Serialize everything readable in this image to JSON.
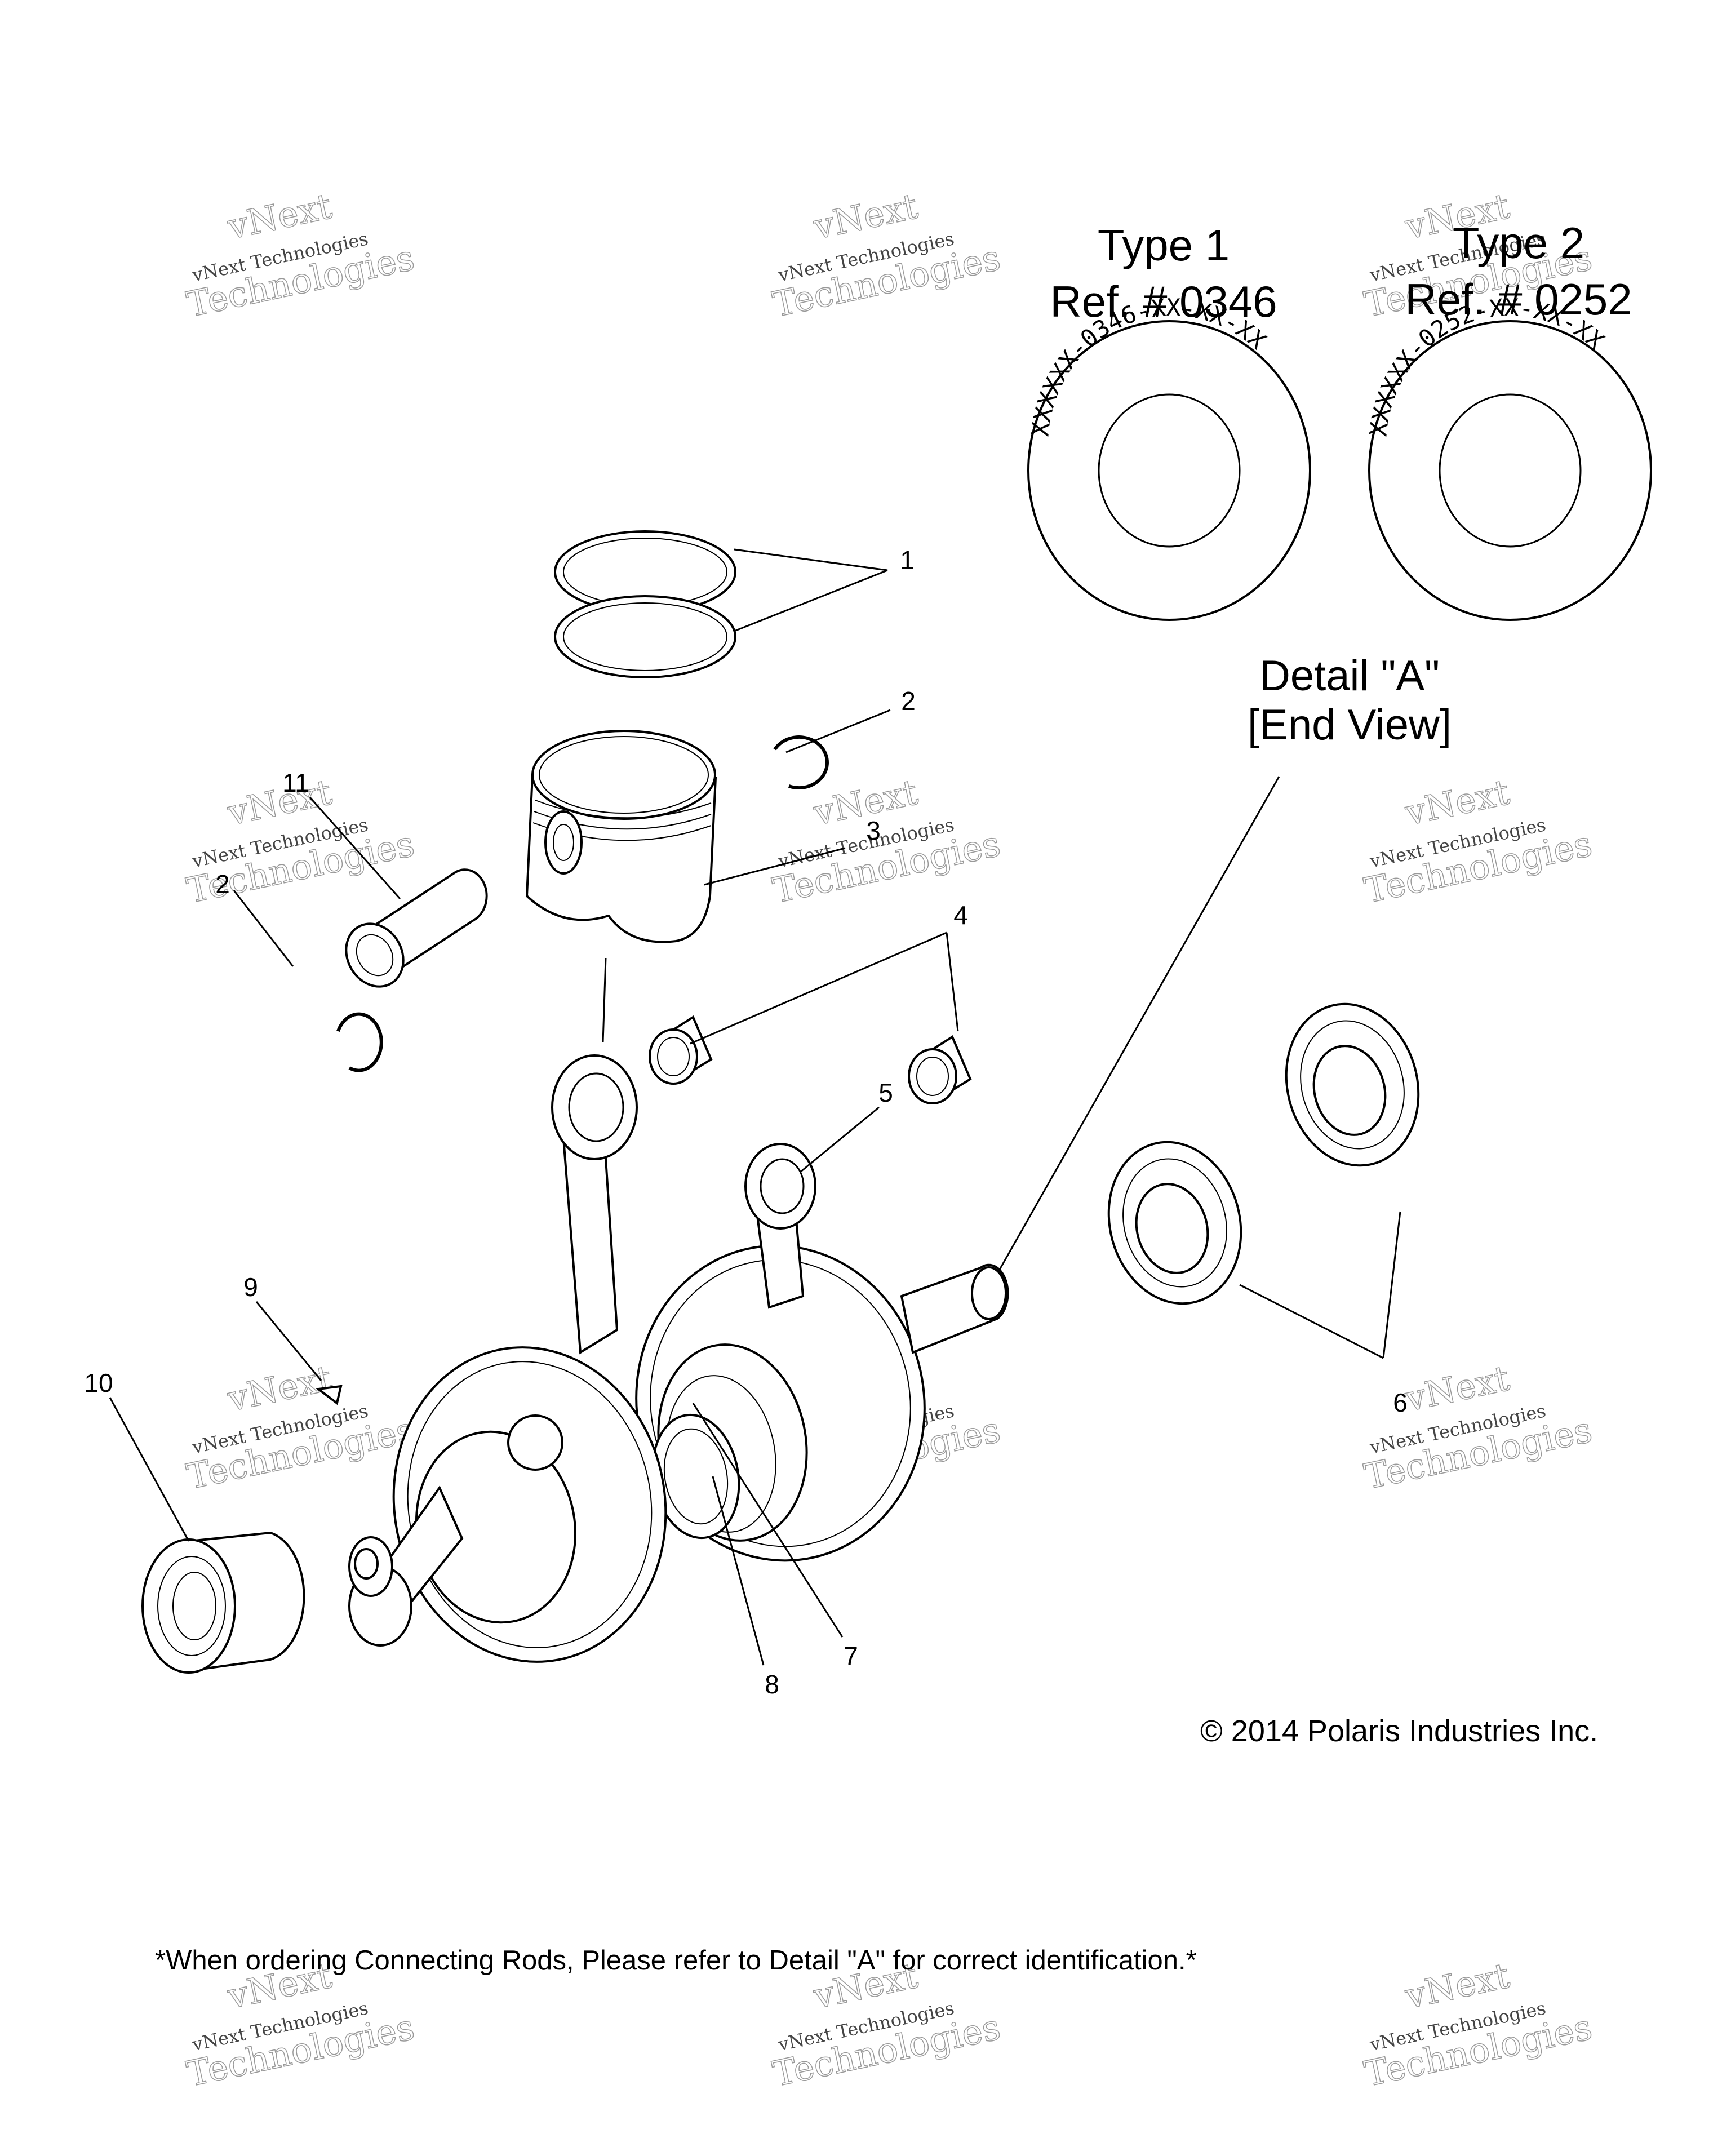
{
  "detail": {
    "type1": {
      "title": "Type 1",
      "ref": "Ref. # 0346",
      "stamp": "XXXXXX-0346-XX-XX-XX"
    },
    "type2": {
      "title": "Type 2",
      "ref": "Ref. # 0252",
      "stamp": "XXXXXX-0252-XX-XX-XX"
    },
    "caption_line1": "Detail \"A\"",
    "caption_line2": "[End View]"
  },
  "callouts": {
    "c1": "1",
    "c2a": "2",
    "c2b": "2",
    "c3": "3",
    "c4": "4",
    "c5": "5",
    "c6": "6",
    "c7": "7",
    "c8": "8",
    "c9": "9",
    "c10": "10",
    "c11": "11"
  },
  "copyright": "© 2014 Polaris Industries Inc.",
  "footnote": "*When ordering Connecting Rods, Please refer to Detail \"A\" for correct identification.*",
  "watermark": {
    "line1": "vNext Technologies",
    "line2": "vNext",
    "line3": "Technologies"
  }
}
